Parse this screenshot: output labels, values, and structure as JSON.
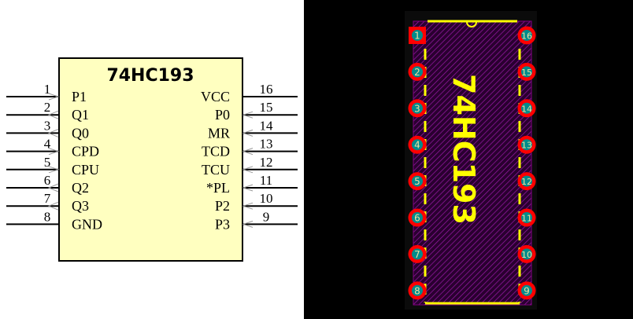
{
  "schematic": {
    "part_name": "74HC193",
    "left_pins": [
      {
        "number": "1",
        "name": "P1",
        "direction": "in"
      },
      {
        "number": "2",
        "name": "Q1",
        "direction": "out"
      },
      {
        "number": "3",
        "name": "Q0",
        "direction": "out"
      },
      {
        "number": "4",
        "name": "CPD",
        "direction": "in"
      },
      {
        "number": "5",
        "name": "CPU",
        "direction": "in"
      },
      {
        "number": "6",
        "name": "Q2",
        "direction": "out"
      },
      {
        "number": "7",
        "name": "Q3",
        "direction": "out"
      },
      {
        "number": "8",
        "name": "GND",
        "direction": "power"
      }
    ],
    "right_pins": [
      {
        "number": "16",
        "name": "VCC",
        "direction": "power"
      },
      {
        "number": "15",
        "name": "P0",
        "direction": "in"
      },
      {
        "number": "14",
        "name": "MR",
        "direction": "in"
      },
      {
        "number": "13",
        "name": "TCD",
        "direction": "in"
      },
      {
        "number": "12",
        "name": "TCU",
        "direction": "in"
      },
      {
        "number": "11",
        "name": "*PL",
        "direction": "in"
      },
      {
        "number": "10",
        "name": "P2",
        "direction": "in"
      },
      {
        "number": "9",
        "name": "P3",
        "direction": "in"
      }
    ],
    "colors": {
      "body_fill": "#ffffc0",
      "outline": "#000000"
    }
  },
  "pcb": {
    "footprint_label": "74HC193",
    "left_pads": [
      "1",
      "2",
      "3",
      "4",
      "5",
      "6",
      "7",
      "8"
    ],
    "right_pads": [
      "16",
      "15",
      "14",
      "13",
      "12",
      "11",
      "10",
      "9"
    ],
    "colors": {
      "pad": "#ff0000",
      "hole": "#008b8b",
      "silkscreen": "#ffff00",
      "courtyard": "#800080",
      "background": "#000000"
    }
  }
}
